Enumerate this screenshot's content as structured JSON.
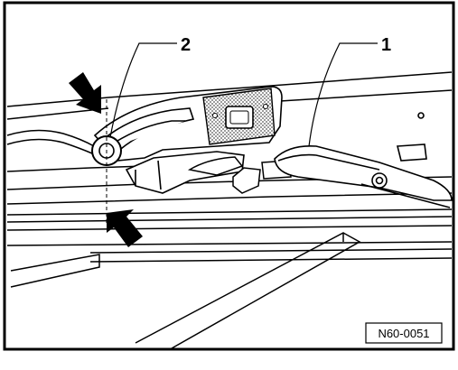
{
  "figure": {
    "callouts": [
      {
        "id": "1",
        "label": "1"
      },
      {
        "id": "2",
        "label": "2"
      }
    ],
    "reference_code": "N60-0051",
    "colors": {
      "ink": "#000000",
      "paper": "#ffffff",
      "screen": "#bdbdbd"
    }
  }
}
